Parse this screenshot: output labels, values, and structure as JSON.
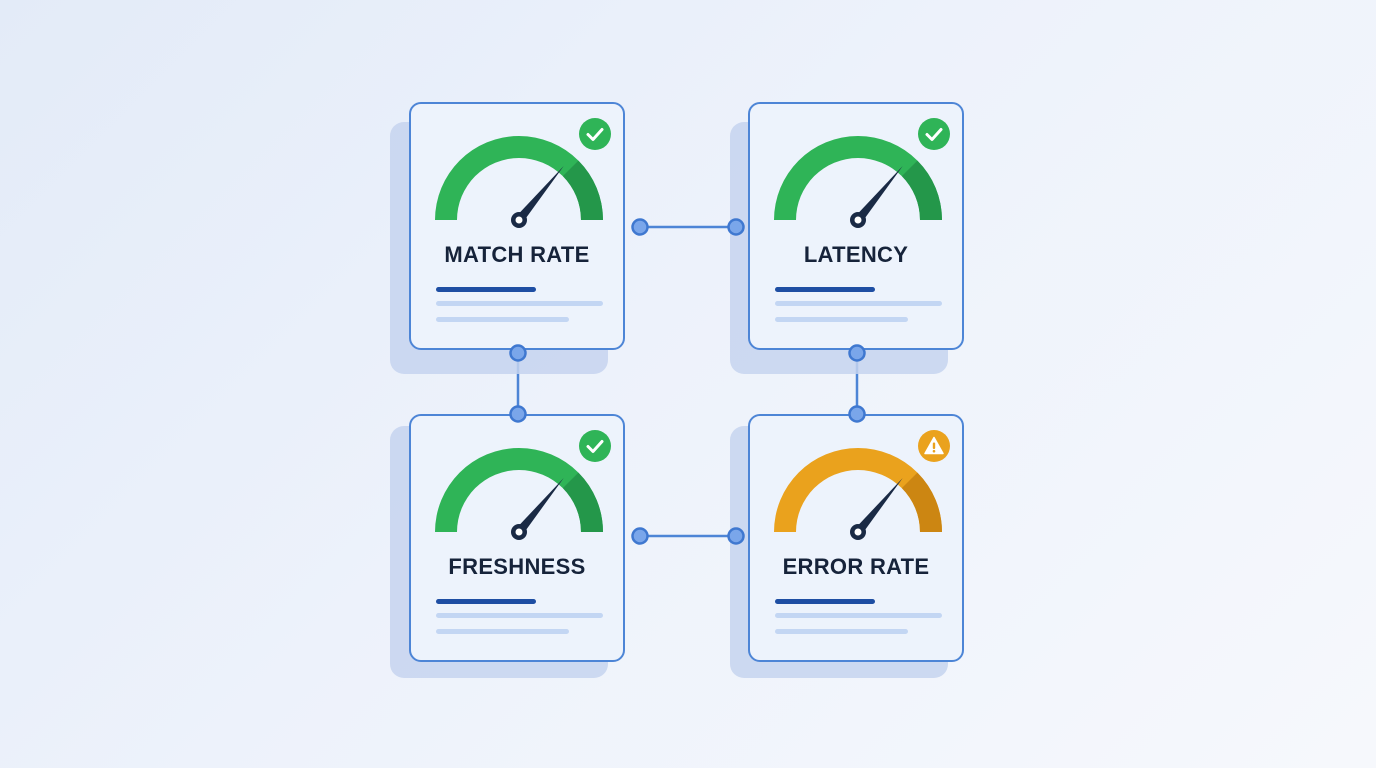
{
  "colors": {
    "card_border": "#4d85d6",
    "connector": "#4d85d6",
    "status_ok": "#2fb457",
    "status_warning": "#eaa21d",
    "needle": "#1a2a45",
    "title_text": "#16233a"
  },
  "cards": [
    {
      "title": "MATCH RATE",
      "status": "ok",
      "status_icon": "check-icon",
      "gauge_color": "#2fb457",
      "gauge_shade": "#24974a",
      "needle_level": 0.72
    },
    {
      "title": "LATENCY",
      "status": "ok",
      "status_icon": "check-icon",
      "gauge_color": "#2fb457",
      "gauge_shade": "#24974a",
      "needle_level": 0.72
    },
    {
      "title": "FRESHNESS",
      "status": "ok",
      "status_icon": "check-icon",
      "gauge_color": "#2fb457",
      "gauge_shade": "#24974a",
      "needle_level": 0.72
    },
    {
      "title": "ERROR RATE",
      "status": "warning",
      "status_icon": "warning-icon",
      "gauge_color": "#eaa21d",
      "gauge_shade": "#cc8612",
      "needle_level": 0.72
    }
  ]
}
